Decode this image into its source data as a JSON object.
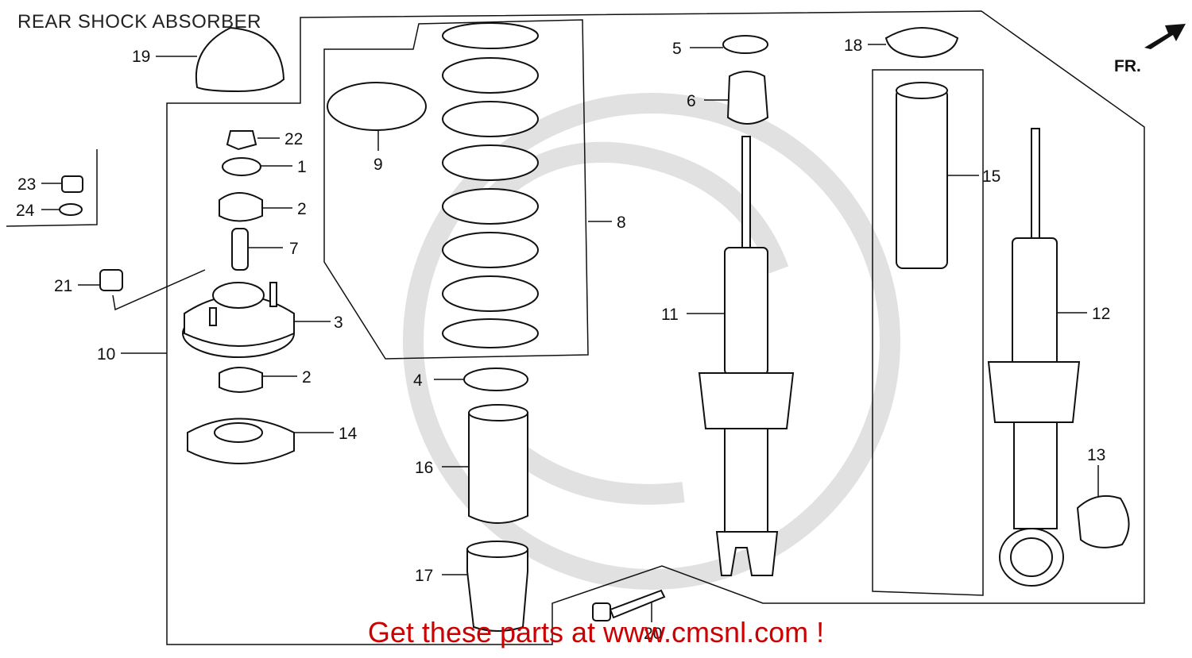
{
  "header": {
    "title": "REAR SHOCK ABSORBER"
  },
  "orientation": {
    "label": "FR."
  },
  "callouts": {
    "c1": "1",
    "c2a": "2",
    "c2b": "2",
    "c3": "3",
    "c4": "4",
    "c5": "5",
    "c6": "6",
    "c7": "7",
    "c8": "8",
    "c9": "9",
    "c10": "10",
    "c11": "11",
    "c12": "12",
    "c13": "13",
    "c14": "14",
    "c15": "15",
    "c16": "16",
    "c17": "17",
    "c18": "18",
    "c19": "19",
    "c20": "20",
    "c21": "21",
    "c22": "22",
    "c23": "23",
    "c24": "24"
  },
  "footer": {
    "banner": "Get these parts at www.cmsnl.com !"
  },
  "colors": {
    "banner": "#cc0000",
    "line": "#111111",
    "watermark": "#c8c8c8"
  }
}
